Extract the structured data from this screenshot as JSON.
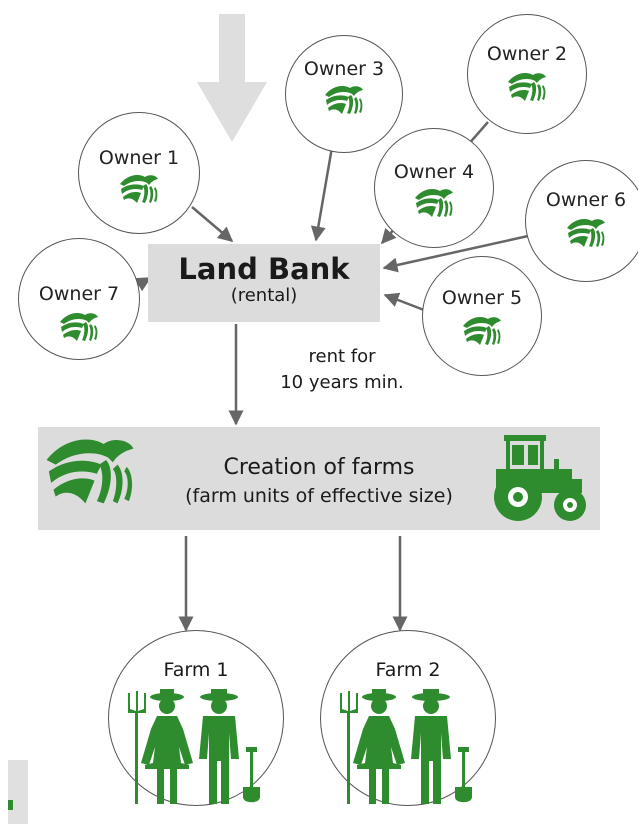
{
  "owners": [
    {
      "label": "Owner 1"
    },
    {
      "label": "Owner 2"
    },
    {
      "label": "Owner 3"
    },
    {
      "label": "Owner 4"
    },
    {
      "label": "Owner 5"
    },
    {
      "label": "Owner 6"
    },
    {
      "label": "Owner 7"
    }
  ],
  "land_bank": {
    "title": "Land Bank",
    "subtitle": "(rental)"
  },
  "rent_note": {
    "line1": "rent for",
    "line2": "10 years min."
  },
  "creation": {
    "title": "Creation of farms",
    "subtitle": "(farm units of effective size)"
  },
  "farms": [
    {
      "label": "Farm 1"
    },
    {
      "label": "Farm 2"
    }
  ],
  "colors": {
    "icon_green": "#2e8b2e",
    "box_gray": "#dcdcdc",
    "arrow_gray": "#666666",
    "big_arrow": "#dedede"
  },
  "icons": {
    "owner": "field-icon",
    "creation_left": "field-icon",
    "creation_right": "tractor-icon",
    "farm": "farmer-couple-icon"
  }
}
